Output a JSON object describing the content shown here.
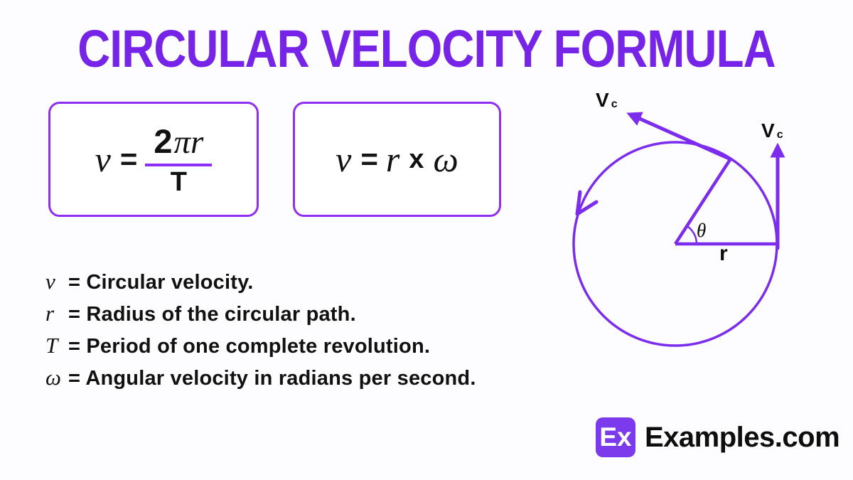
{
  "title": "CIRCULAR VELOCITY FORMULA",
  "colors": {
    "title_purple": "#7524E8",
    "box_border_purple": "#8F2FF5",
    "diagram_purple": "#7B2CEC",
    "logo_purple": "#7C3AED",
    "text_black": "#111111",
    "background": "#FDFDFF"
  },
  "formulas": [
    {
      "lhs": "v",
      "eq": "=",
      "numerator_coeff": "2",
      "numerator_var": "πr",
      "denominator": "T"
    },
    {
      "lhs": "v",
      "eq": "=",
      "radius": "r",
      "times": "x",
      "omega": "ω"
    }
  ],
  "definitions": [
    {
      "symbol": "v",
      "text": "= Circular velocity."
    },
    {
      "symbol": "r",
      "text": "= Radius of the circular path."
    },
    {
      "symbol": "T",
      "text": "= Period of one complete revolution."
    },
    {
      "symbol": "ω",
      "text": "= Angular velocity in radians per second."
    }
  ],
  "diagram": {
    "tangent_velocity_label": "V",
    "tangent_velocity_sub": "c",
    "vertical_velocity_label": "V",
    "vertical_velocity_sub": "c",
    "angle_label": "θ",
    "radius_label": "r"
  },
  "logo": {
    "badge": "Ex",
    "name": "Examples.com"
  }
}
